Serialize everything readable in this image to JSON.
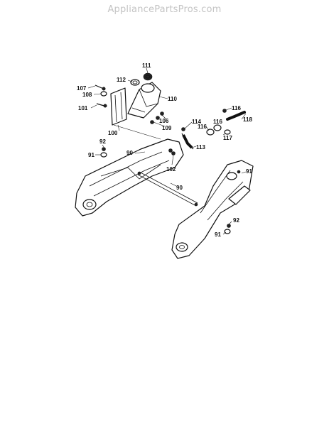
{
  "watermark": "AppliancePartsPros.com",
  "callouts": {
    "c111": "111",
    "c112": "112",
    "c110": "110",
    "c107": "107",
    "c108": "108",
    "c101": "101",
    "c106": "106",
    "c109": "109",
    "c100": "100",
    "c114": "114",
    "c116a": "116",
    "c116b": "116",
    "c116c": "116",
    "c118": "118",
    "c117": "117",
    "c113": "113",
    "c92a": "92",
    "c91a": "91",
    "c90a": "90",
    "c102": "102",
    "c90b": "90",
    "c91b": "91",
    "c92b": "92",
    "c91c": "91"
  }
}
